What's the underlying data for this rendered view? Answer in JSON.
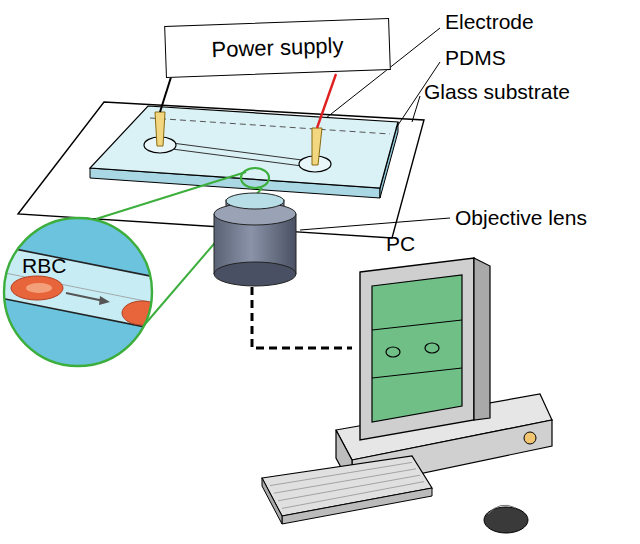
{
  "diagram": {
    "nodes": [
      {
        "text": [
          "Power supply"
        ]
      }
    ],
    "labels": [
      "Electrode",
      "PDMS",
      "Glass substrate",
      "Objective lens",
      "PC",
      "RBC"
    ]
  }
}
